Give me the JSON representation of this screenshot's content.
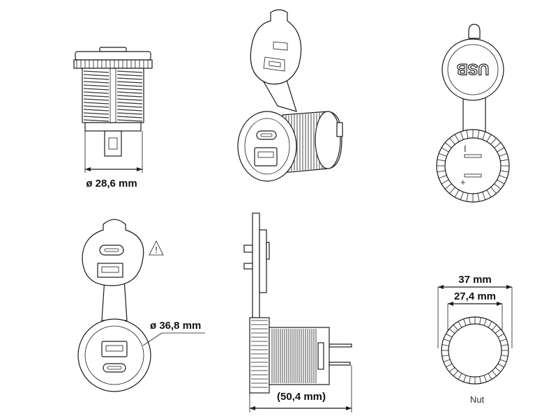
{
  "labels": {
    "side_diameter": "ø 28,6 mm",
    "front_diameter": "ø 36,8 mm",
    "depth": "(50,4 mm)",
    "nut_outer": "37 mm",
    "nut_inner": "27,4 mm",
    "nut_name": "Nut",
    "usb_cap": "USB",
    "warning_symbol": "!",
    "terminal_neg": "I",
    "terminal_pos": "+"
  }
}
